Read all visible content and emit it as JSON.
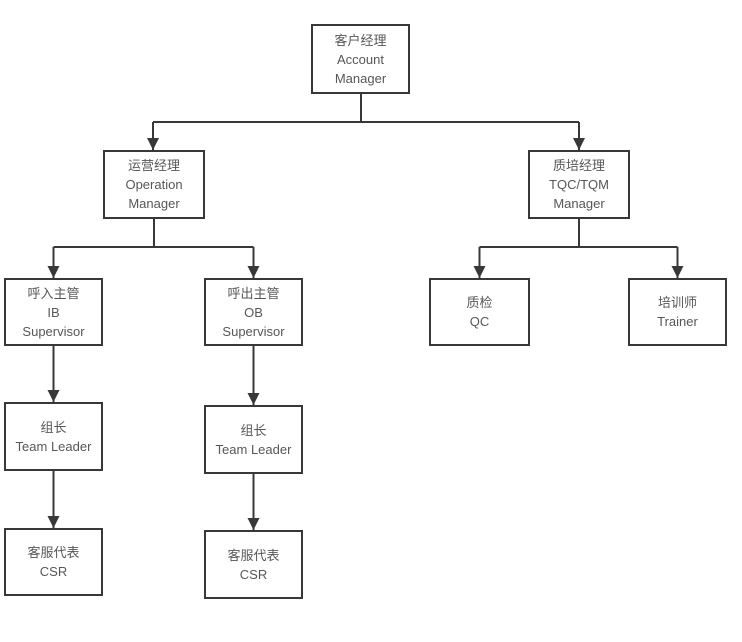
{
  "page": {
    "background_color": "#ffffff",
    "line_color": "#383838",
    "text_color": "#575757"
  },
  "org_chart": {
    "nodes": {
      "account_manager": {
        "lines": [
          "客户经理",
          "Account",
          "Manager"
        ]
      },
      "operation_manager": {
        "lines": [
          "运营经理",
          "Operation",
          "Manager"
        ]
      },
      "tqc_tqm_manager": {
        "lines": [
          "质培经理",
          "TQC/TQM",
          "Manager"
        ]
      },
      "ib_supervisor": {
        "lines": [
          "呼入主管",
          "IB",
          "Supervisor"
        ]
      },
      "ob_supervisor": {
        "lines": [
          "呼出主管",
          "OB",
          "Supervisor"
        ]
      },
      "qc": {
        "lines": [
          "质检",
          "QC"
        ]
      },
      "trainer": {
        "lines": [
          "培训师",
          "Trainer"
        ]
      },
      "team_leader_ib": {
        "lines": [
          "组长",
          "Team Leader"
        ]
      },
      "team_leader_ob": {
        "lines": [
          "组长",
          "Team Leader"
        ]
      },
      "csr_ib": {
        "lines": [
          "客服代表",
          "CSR"
        ]
      },
      "csr_ob": {
        "lines": [
          "客服代表",
          "CSR"
        ]
      }
    }
  }
}
